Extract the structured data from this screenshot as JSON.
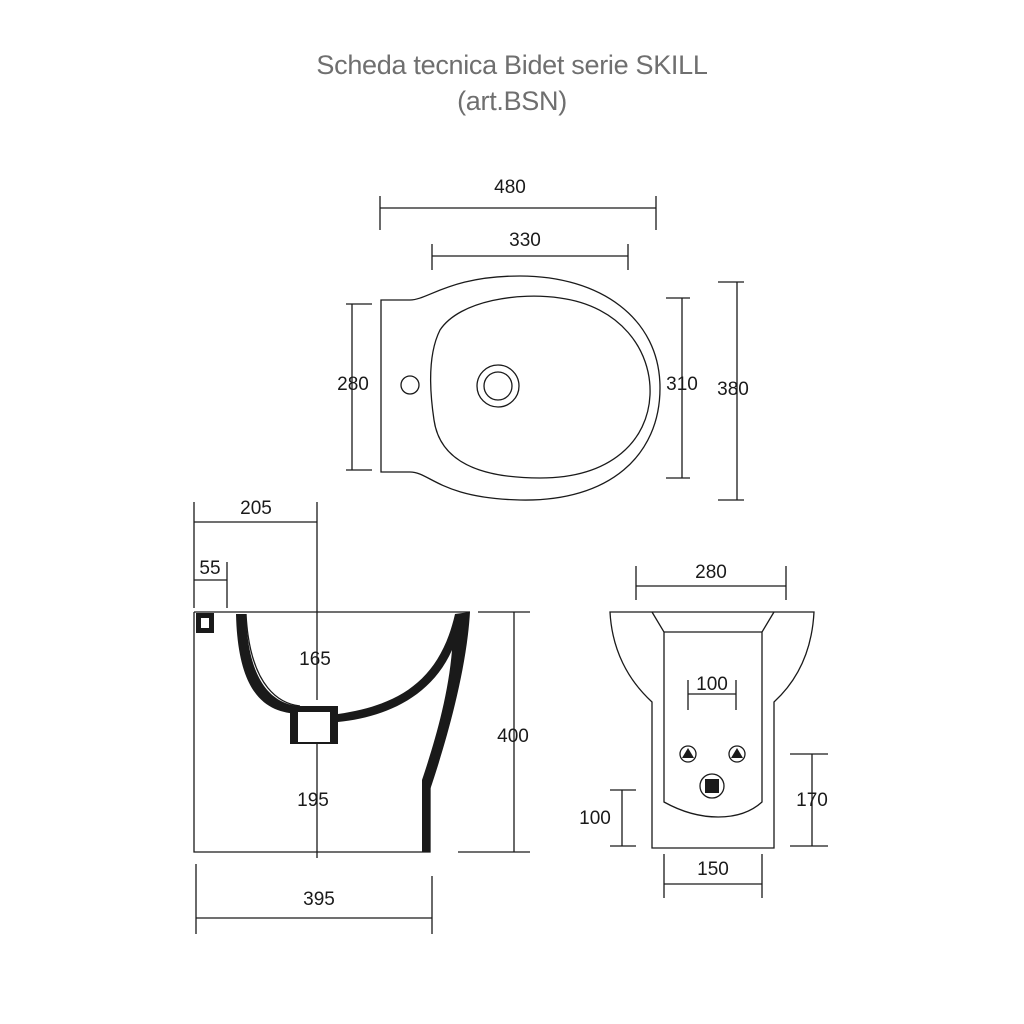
{
  "title": {
    "line1": "Scheda tecnica Bidet serie SKILL",
    "line2": "(art.BSN)"
  },
  "top_view": {
    "width_total": "480",
    "width_bowl": "330",
    "height_rim": "280",
    "height_bowl": "310",
    "height_total": "380"
  },
  "side_view": {
    "depth_drain": "205",
    "depth_fix": "55",
    "drain_top": "165",
    "drain_bottom": "195",
    "height": "400",
    "length": "395"
  },
  "rear_view": {
    "width": "280",
    "inlet_spacing": "100",
    "height_inlets": "170",
    "height_base": "100",
    "width_base": "150"
  }
}
